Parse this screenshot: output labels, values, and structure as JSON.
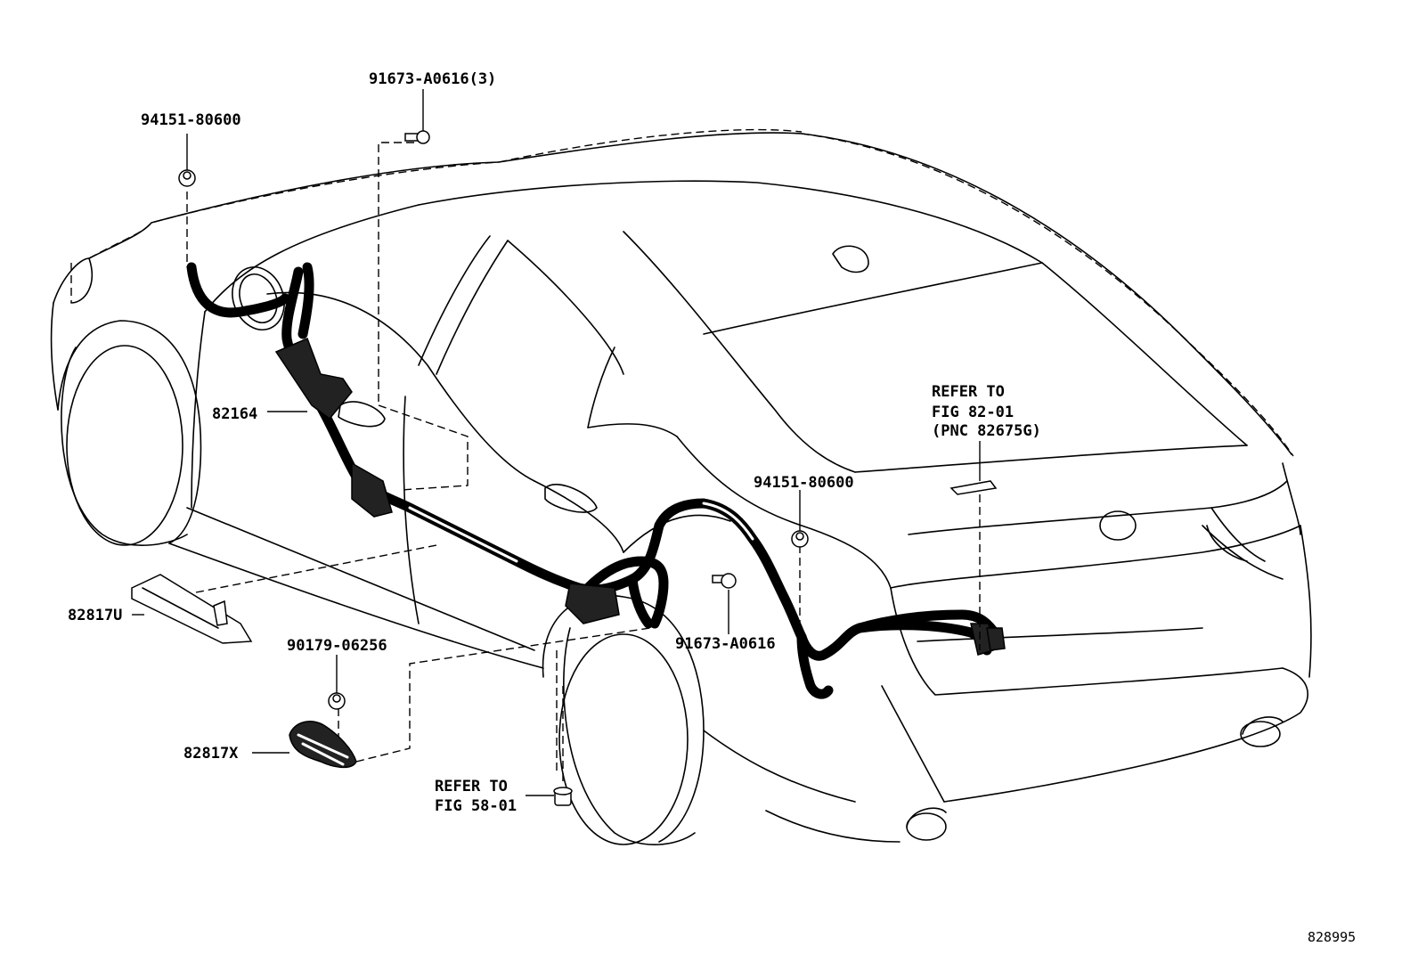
{
  "labels": {
    "bolt_top_qty": "91673-A0616(3)",
    "clip_front": "94151-80600",
    "harness_main": "82164",
    "refer_82_line1": "REFER TO",
    "refer_82_line2": "FIG 82-01",
    "refer_82_line3": "(PNC 82675G)",
    "clip_rear": "94151-80600",
    "protector_u": "82817U",
    "bolt_side": "91673-A0616",
    "clip_lower": "90179-06256",
    "protector_x": "82817X",
    "refer_58_line1": "REFER TO",
    "refer_58_line2": "FIG 58-01",
    "diagram_id": "828995"
  }
}
